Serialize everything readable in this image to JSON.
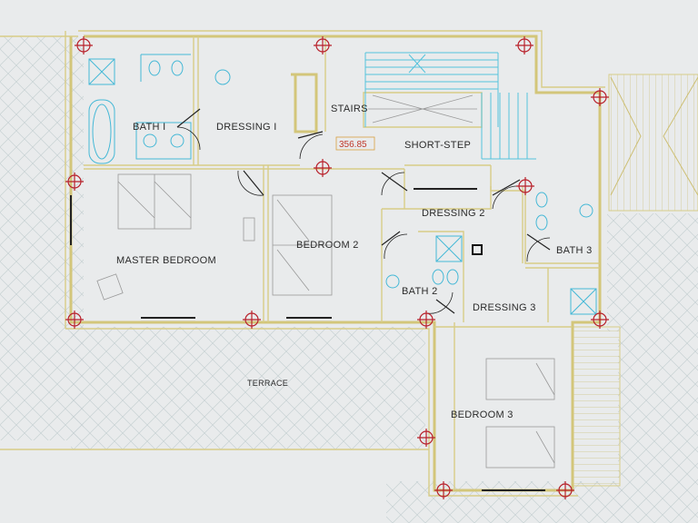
{
  "rooms": {
    "bath1": "BATH I",
    "dressing1": "DRESSING I",
    "stairs": "STAIRS",
    "short_step": "SHORT-STEP",
    "dressing2": "DRESSING 2",
    "master_bedroom": "MASTER BEDROOM",
    "bedroom2": "BEDROOM 2",
    "bath3": "BATH 3",
    "bath2": "BATH 2",
    "dressing3": "DRESSING 3",
    "terrace": "TERRACE",
    "bedroom3": "BEDROOM 3"
  },
  "elevation": "356.85",
  "colors": {
    "wall": "#d8cc87",
    "fixture": "#45b8d6",
    "column_marker": "#b8202a",
    "elevation_text": "#c0392b",
    "background": "#e9ebec"
  }
}
